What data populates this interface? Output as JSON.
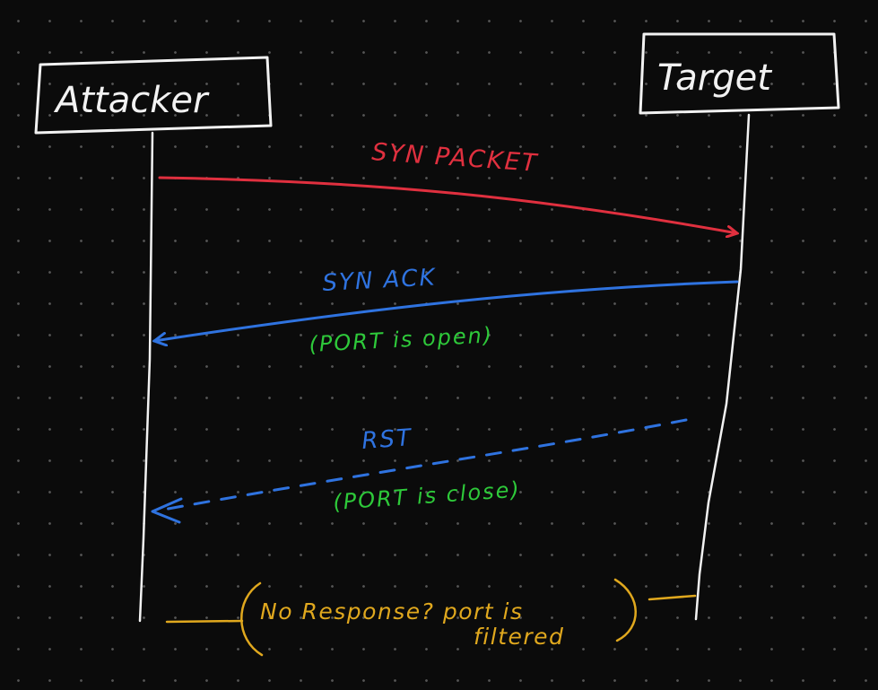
{
  "actors": {
    "attacker": "Attacker",
    "target": "Target"
  },
  "messages": {
    "syn": "SYN PACKET",
    "syn_ack": "SYN ACK",
    "syn_ack_note": "(PORT is open)",
    "rst": "RST",
    "rst_note": "(PORT is close)",
    "filtered_line1": "No Response? port is",
    "filtered_line2": "filtered"
  },
  "colors": {
    "background": "#0b0b0b",
    "actor": "#f2f2f2",
    "syn": "#e0303f",
    "syn_ack": "#2f73e0",
    "note_green": "#2ec93a",
    "filtered": "#e0a81e"
  }
}
